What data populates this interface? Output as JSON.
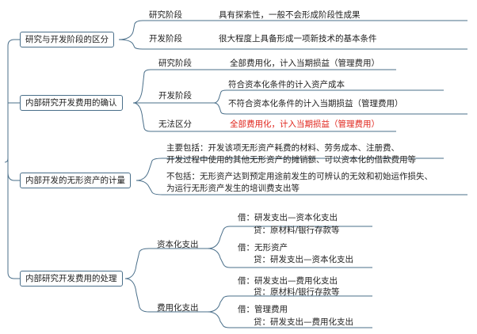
{
  "root": {
    "topics": [
      {
        "label": "研究与开发阶段的区分",
        "children": [
          {
            "label": "研究阶段",
            "detail": "具有探索性，一般不会形成阶段性成果"
          },
          {
            "label": "开发阶段",
            "detail": "很大程度上具备形成一项新技术的基本条件"
          }
        ]
      },
      {
        "label": "内部研究开发费用的确认",
        "children": [
          {
            "label": "研究阶段",
            "detail": "全部费用化，计入当期损益（管理费用）"
          },
          {
            "label": "开发阶段",
            "details": [
              "符合资本化条件的计入资产成本",
              "不符合资本化条件的计入当期损益（管理费用）"
            ]
          },
          {
            "label": "无法区分",
            "detail": "全部费用化，计入当期损益（管理费用）",
            "detail_color": "#e0241b"
          }
        ]
      },
      {
        "label": "内部开发的无形资产的计量",
        "include": [
          "主要包括：开发该项无形资产耗费的材料、劳务成本、注册费、",
          "开发过程中使用的其他无形资产的摊销额、可以资本化的借款费用等"
        ],
        "exclude": [
          "不包括：无形资产达到预定用途前发生的可辨认的无效和初始运作损失、",
          "为运行无形资产发生的培训费支出等"
        ]
      },
      {
        "label": "内部研究开发费用的处理",
        "children": [
          {
            "label": "资本化支出",
            "entries": [
              {
                "debit": "借：研发支出—资本化支出",
                "credit": "贷：原材料/银行存款等"
              },
              {
                "debit": "借：无形资产",
                "credit": "贷：研发支出—资本化支出"
              }
            ]
          },
          {
            "label": "费用化支出",
            "entries": [
              {
                "debit": "借：研发支出—费用化支出",
                "credit": "贷：原材料/银行存款等"
              },
              {
                "debit": "借：管理费用",
                "credit": "贷：研发支出—费用化支出"
              }
            ]
          }
        ]
      }
    ]
  }
}
